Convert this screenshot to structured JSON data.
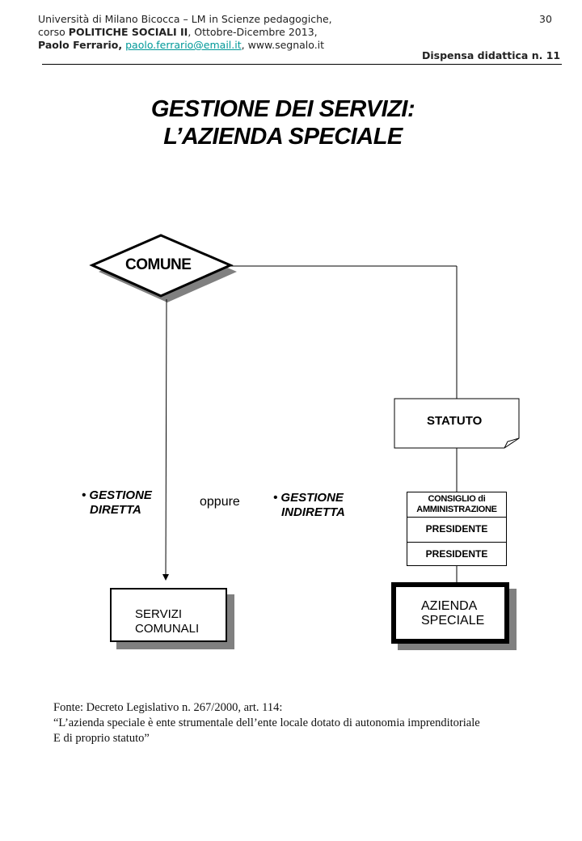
{
  "header": {
    "line1": "Università di Milano Bicocca – LM in Scienze pedagogiche,",
    "line2_prefix": "corso ",
    "line2_bold": "POLITICHE SOCIALI II",
    "line2_suffix": ", Ottobre-Dicembre 2013,",
    "author": "Paolo Ferrario,",
    "email": "paolo.ferrario@email.it",
    "site": ", www.segnalo.it",
    "page_number": "30",
    "dispensa": "Dispensa didattica n. 11"
  },
  "title": {
    "line1": "GESTIONE DEI SERVIZI:",
    "line2": "L’AZIENDA SPECIALE"
  },
  "diagram": {
    "comune": "COMUNE",
    "statuto": "STATUTO",
    "consiglio": "CONSIGLIO di AMMINISTRAZIONE",
    "presidente1": "PRESIDENTE",
    "presidente2": "PRESIDENTE",
    "azienda_line1": "AZIENDA",
    "azienda_line2": "SPECIALE",
    "servizi_line1": "SERVIZI",
    "servizi_line2": "COMUNALI",
    "gestione_diretta_1": "• GESTIONE",
    "gestione_diretta_2": "DIRETTA",
    "oppure": "oppure",
    "gestione_indiretta_1": "• GESTIONE",
    "gestione_indiretta_2": "INDIRETTA"
  },
  "fonte": {
    "line1": "Fonte: Decreto Legislativo n. 267/2000, art. 114:",
    "line2": "“L’azienda speciale è ente strumentale dell’ente locale dotato di autonomia imprenditoriale",
    "line3": "E di proprio statuto”"
  }
}
